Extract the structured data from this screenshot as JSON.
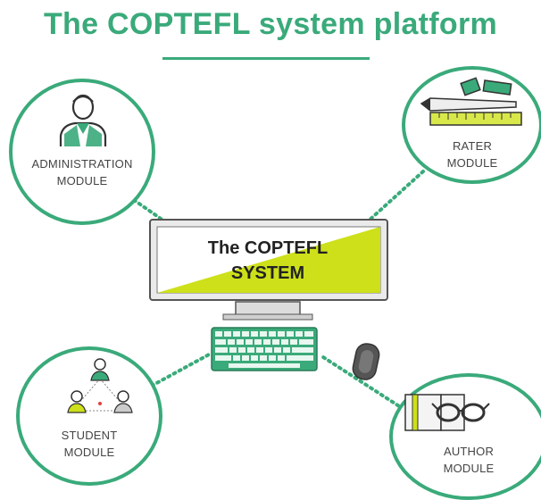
{
  "title": "The COPTEFL system platform",
  "center": {
    "line1": "The COPTEFL",
    "line2": "SYSTEM"
  },
  "modules": {
    "administration": {
      "line1": "ADMINISTRATION",
      "line2": "MODULE"
    },
    "rater": {
      "line1": "RATER",
      "line2": "MODULE"
    },
    "student": {
      "line1": "STUDENT",
      "line2": "MODULE"
    },
    "author": {
      "line1": "AUTHOR",
      "line2": "MODULE"
    }
  },
  "icons": [
    "person-icon",
    "pencil-ruler-icon",
    "people-network-icon",
    "book-glasses-icon",
    "keyboard-icon",
    "mouse-icon",
    "monitor-icon"
  ],
  "colors": {
    "accent": "#3aaa7a",
    "screen_highlight": "#cde01a",
    "text": "#444444"
  }
}
